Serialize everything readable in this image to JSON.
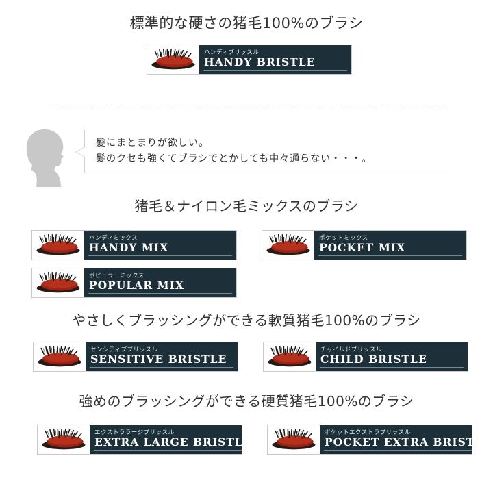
{
  "sections": {
    "heading1": "標準的な硬さの猪毛100%のブラシ",
    "heading2": "猪毛＆ナイロン毛ミックスのブラシ",
    "heading3": "やさしくブラッシングができる軟質猪毛100%のブラシ",
    "heading4": "強めのブラッシングができる硬質猪毛100%のブラシ"
  },
  "bubble": {
    "line1": "髪にまとまりが欲しい。",
    "line2": "髪のクセも強くてブラシでとかしても中々通らない・・・。"
  },
  "products": {
    "handy_bristle": {
      "kana": "ハンディブリッスル",
      "en": "HANDY BRISTLE"
    },
    "handy_mix": {
      "kana": "ハンディミックス",
      "en": "HANDY MIX"
    },
    "pocket_mix": {
      "kana": "ポケットミックス",
      "en": "POCKET MIX"
    },
    "popular_mix": {
      "kana": "ポピュラーミックス",
      "en": "POPULAR MIX"
    },
    "sensitive_bristle": {
      "kana": "センシティブブリッスル",
      "en": "SENSITIVE BRISTLE"
    },
    "child_bristle": {
      "kana": "チャイルドブリッスル",
      "en": "CHILD BRISTLE"
    },
    "extra_large_bristle": {
      "kana": "エクストララージブリッスル",
      "en": "EXTRA LARGE BRISTLE"
    },
    "pocket_extra_bristle": {
      "kana": "ポケットエクストラブリッスル",
      "en": "POCKET EXTRA BRISTLE"
    }
  },
  "colors": {
    "label_bg": "#1d2f38",
    "text": "#333333",
    "pad_red": "#8a1a12"
  },
  "icons": {
    "avatar": "person-silhouette-icon",
    "brush": "hair-brush-icon"
  }
}
